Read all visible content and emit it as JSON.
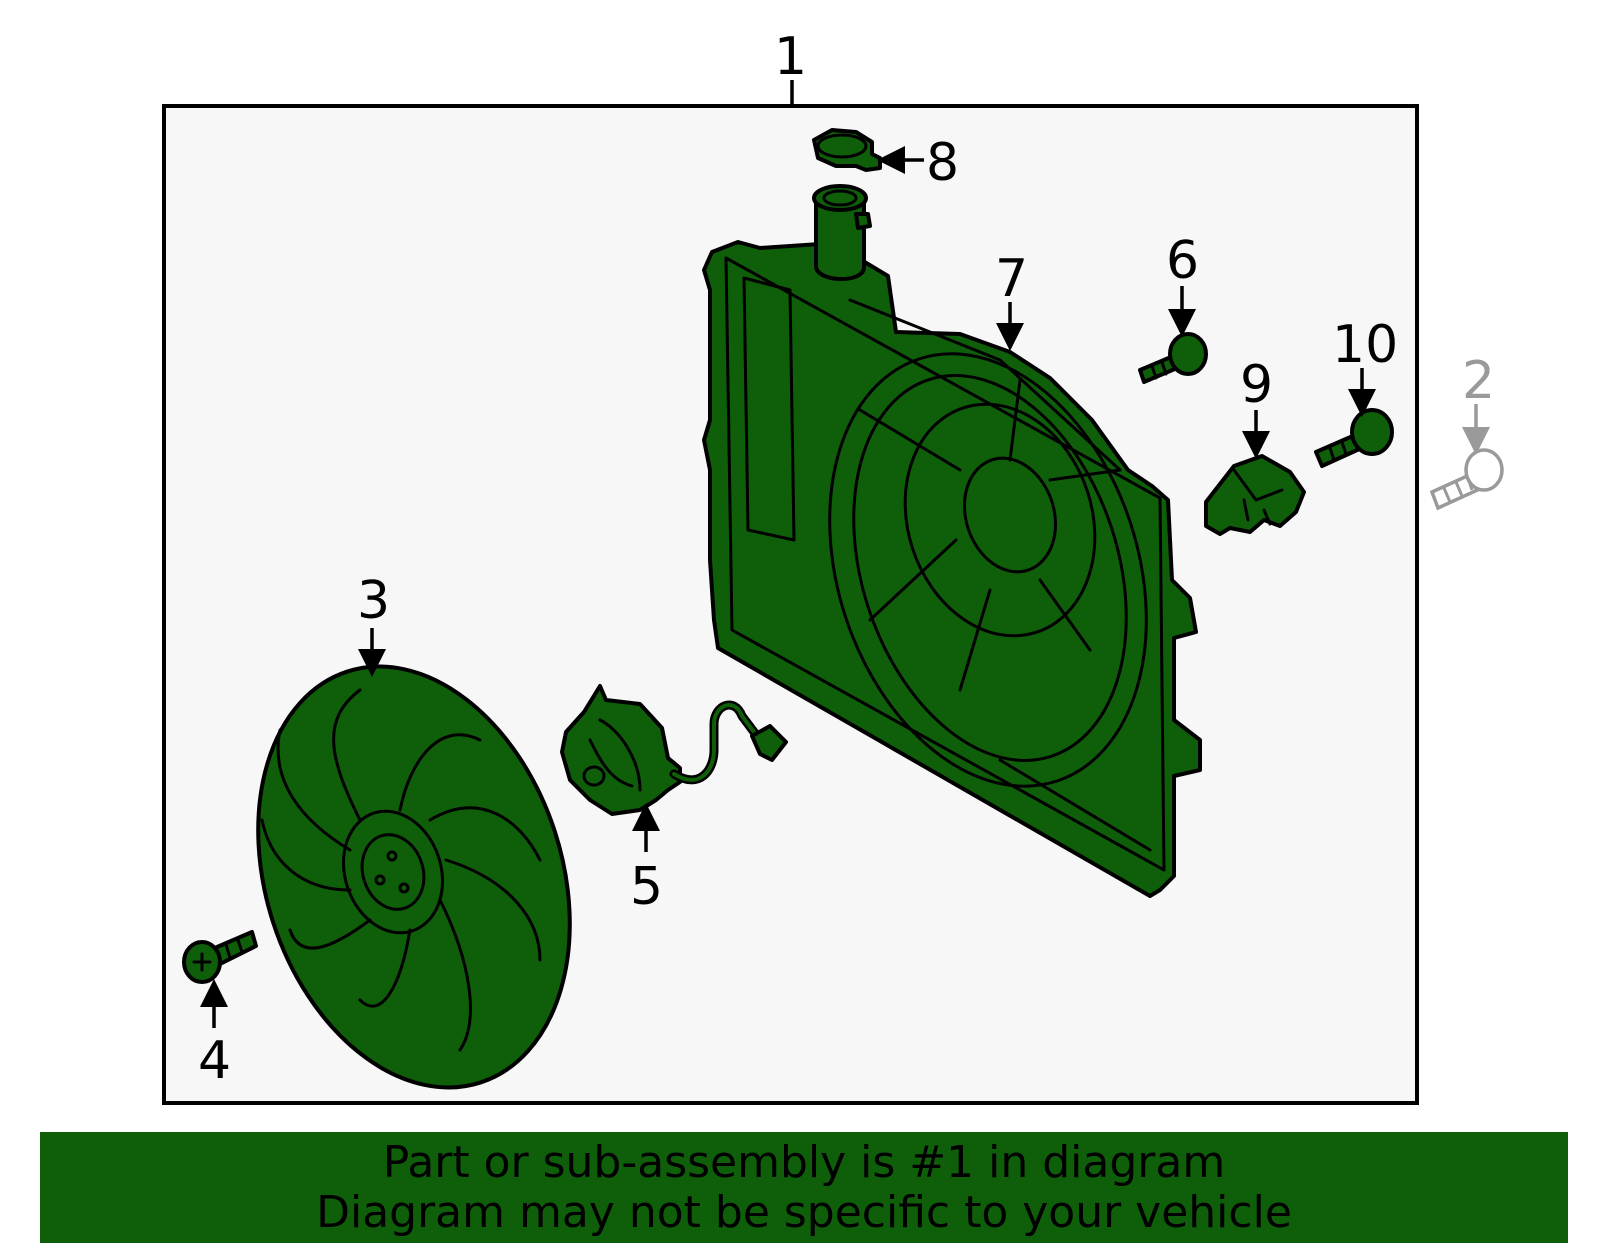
{
  "colors": {
    "part_fill": "#0f5e0a",
    "box_fill": "#f7f7f7",
    "outline": "#000000",
    "reference_gray": "#9a9a9a",
    "banner": "#0f5e0a"
  },
  "callouts": {
    "c1": "1",
    "c2": "2",
    "c3": "3",
    "c4": "4",
    "c5": "5",
    "c6": "6",
    "c7": "7",
    "c8": "8",
    "c9": "9",
    "c10": "10"
  },
  "footer": {
    "line1": "Part or sub-assembly is #1 in diagram",
    "line2": "Diagram may not be specific to your vehicle"
  }
}
